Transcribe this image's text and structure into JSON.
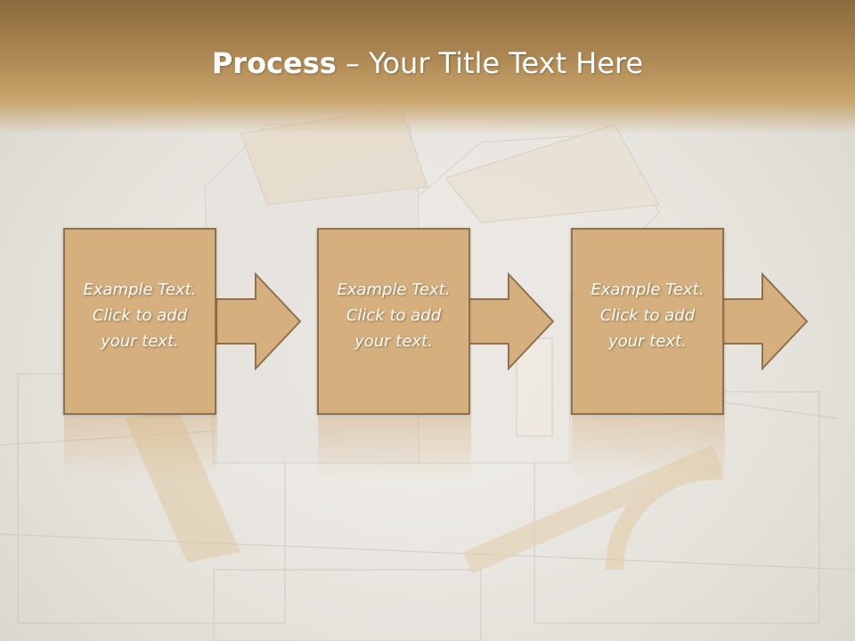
{
  "slide": {
    "title_bold": "Process",
    "title_rest": " – Your Title Text Here"
  },
  "steps": [
    {
      "line1": "Example Text.",
      "line2": "Click  to add",
      "line3": "your text."
    },
    {
      "line1": "Example Text.",
      "line2": "Click  to add",
      "line3": "your text."
    },
    {
      "line1": "Example Text.",
      "line2": "Click  to add",
      "line3": "your text."
    }
  ],
  "colors": {
    "header": "#b08a55",
    "box_fill": "#d5b07e",
    "box_border": "#8f7150",
    "text": "#ffffff"
  }
}
